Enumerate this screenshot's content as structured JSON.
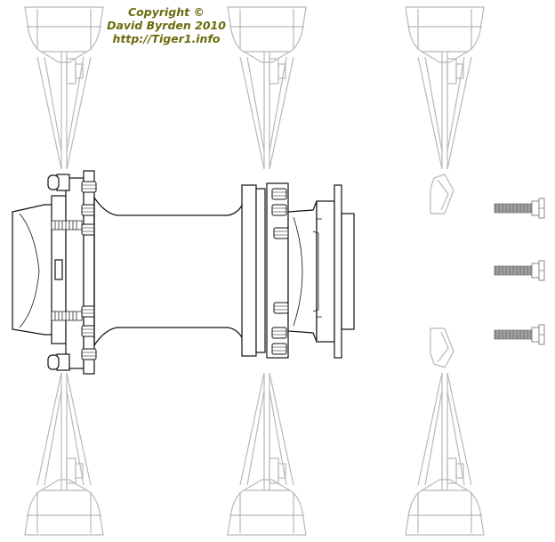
{
  "copyright": {
    "line1": "Copyright ©",
    "line2": "David Byrden 2010",
    "line3": "http://Tiger1.info"
  },
  "colors": {
    "text": "#6b6b0f",
    "light_line": "#b8b8b8",
    "dark_line": "#111111",
    "bolt_thread": "#8a8a8a"
  }
}
